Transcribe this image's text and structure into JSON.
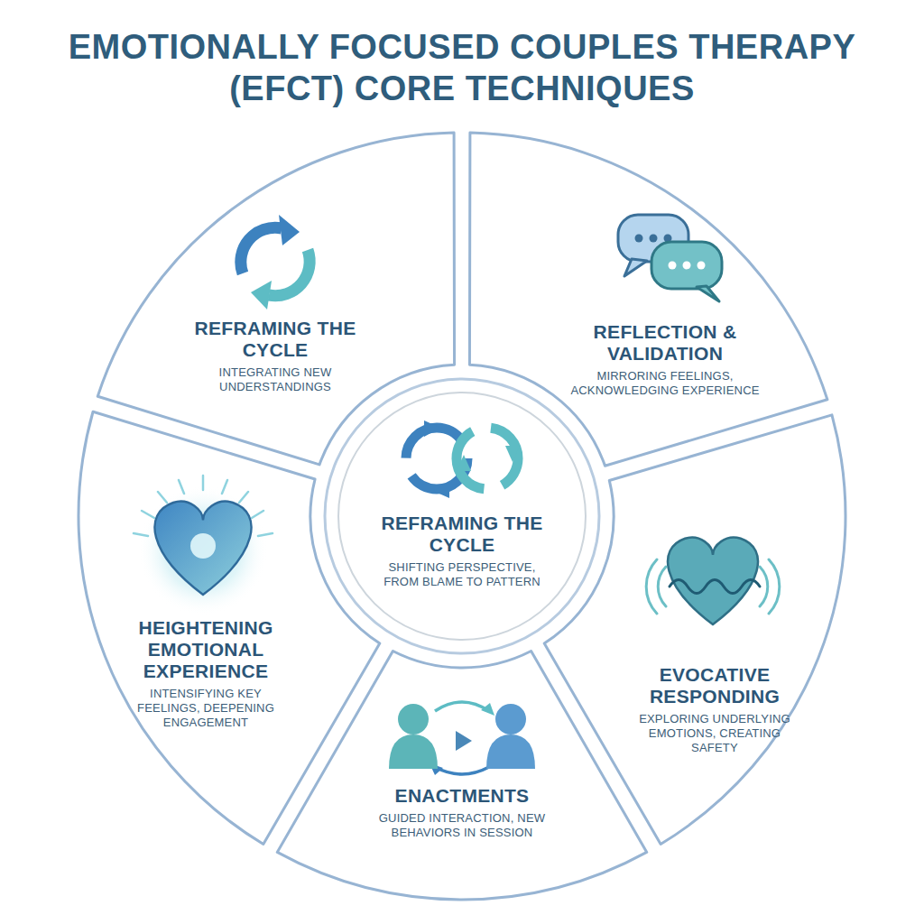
{
  "diagram": {
    "title": "EMOTIONALLY FOCUSED COUPLES THERAPY (EFCT) CORE TECHNIQUES",
    "nodes": [
      {
        "text": [
          "REFRAMING THE CYCLE",
          "INTEGRATING NEW UNDERSTANDINGS"
        ]
      },
      {
        "text": [
          "REFLECTION & VALIDATION",
          "MIRRORING FEELINGS, ACKNOWLEDGING EXPERIENCE"
        ]
      },
      {
        "text": [
          "REFRAMING THE CYCLE",
          "SHIFTING PERSPECTIVE, FROM BLAME TO PATTERN"
        ]
      },
      {
        "text": [
          "HEIGHTENING EMOTIONAL EXPERIENCE",
          "INTENSIFYING KEY FEELINGS, DEEPENING ENGAGEMENT"
        ]
      },
      {
        "text": [
          "EVOCATIVE RESPONDING",
          "EXPLORING UNDERLYING EMOTIONS, CREATING SAFETY"
        ]
      },
      {
        "text": [
          "ENACTMENTS",
          "GUIDED INTERACTION, NEW BEHAVIORS IN SESSION"
        ]
      }
    ]
  }
}
